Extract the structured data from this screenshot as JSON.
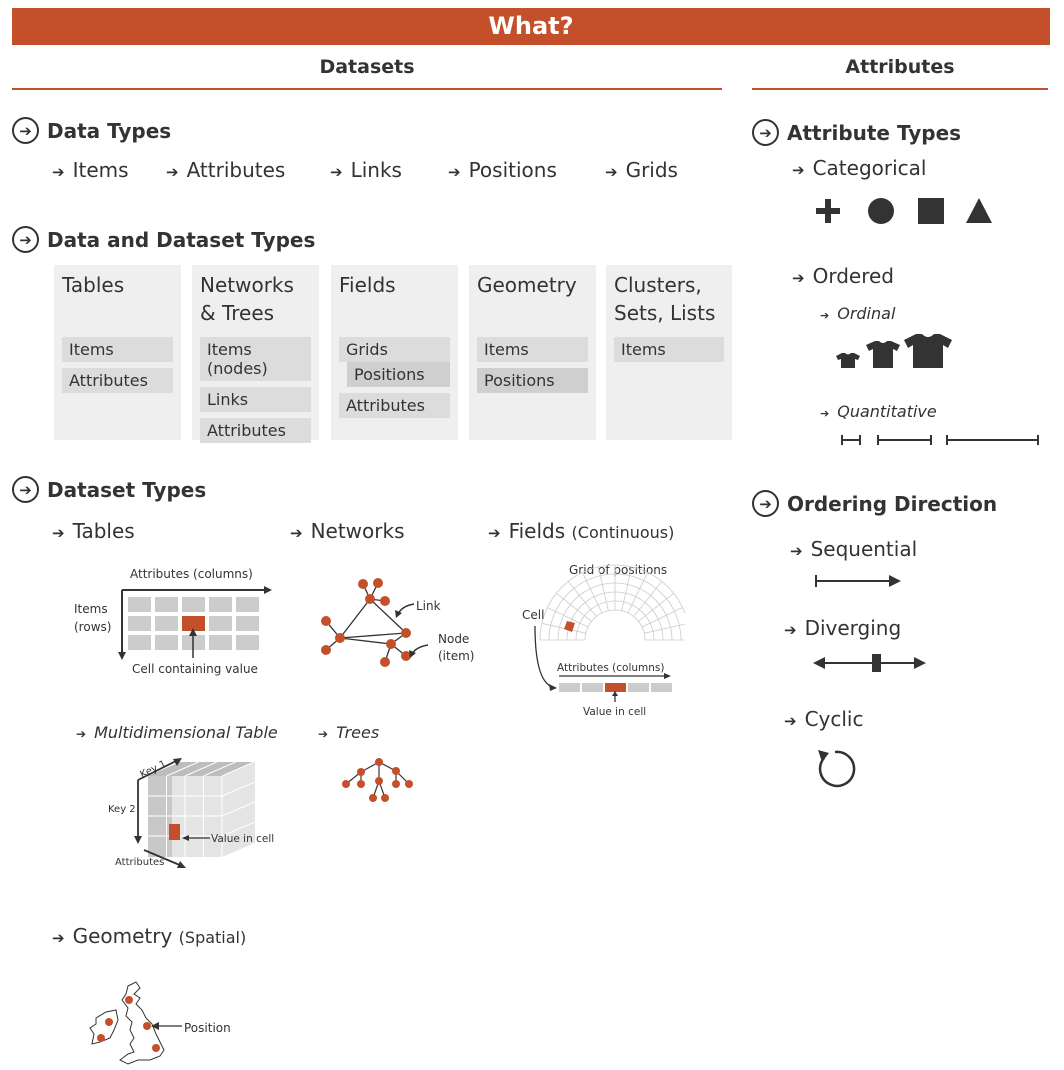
{
  "title": "What?",
  "columns": {
    "datasets": "Datasets",
    "attributes": "Attributes"
  },
  "data_types": {
    "heading": "Data Types",
    "items": [
      "Items",
      "Attributes",
      "Links",
      "Positions",
      "Grids"
    ]
  },
  "data_and_dataset_types": {
    "heading": "Data and Dataset Types",
    "boxes": [
      {
        "title": "Tables",
        "cells": [
          "Items",
          "Attributes"
        ]
      },
      {
        "title": "Networks & Trees",
        "cells": [
          "Items (nodes)",
          "Links",
          "Attributes"
        ]
      },
      {
        "title": "Fields",
        "cells": [
          "Grids",
          "Positions",
          "Attributes"
        ]
      },
      {
        "title": "Geometry",
        "cells": [
          "Items",
          "Positions"
        ]
      },
      {
        "title": "Clusters, Sets, Lists",
        "cells": [
          "Items"
        ]
      }
    ]
  },
  "dataset_types": {
    "heading": "Dataset Types",
    "tables": {
      "label": "Tables",
      "cols": "Attributes (columns)",
      "rows": "Items (rows)",
      "cell": "Cell containing value"
    },
    "networks": {
      "label": "Networks",
      "link": "Link",
      "node": "Node (item)"
    },
    "fields": {
      "label": "Fields",
      "sub": "(Continuous)",
      "grid": "Grid of positions",
      "cell": "Cell",
      "cols": "Attributes (columns)",
      "value": "Value in cell"
    },
    "multidim": {
      "label": "Multidimensional Table",
      "key1": "Key 1",
      "key2": "Key 2",
      "attrs": "Attributes",
      "value": "Value in cell"
    },
    "trees": {
      "label": "Trees"
    },
    "geometry": {
      "label": "Geometry",
      "sub": "(Spatial)",
      "position": "Position"
    }
  },
  "attribute_types": {
    "heading": "Attribute Types",
    "categorical": "Categorical",
    "ordered": "Ordered",
    "ordinal": "Ordinal",
    "quantitative": "Quantitative"
  },
  "ordering_direction": {
    "heading": "Ordering Direction",
    "sequential": "Sequential",
    "diverging": "Diverging",
    "cyclic": "Cyclic"
  },
  "colors": {
    "accent": "#c4502b",
    "text": "#333333",
    "box": "#efefef",
    "cell": "#dcdcdc"
  }
}
